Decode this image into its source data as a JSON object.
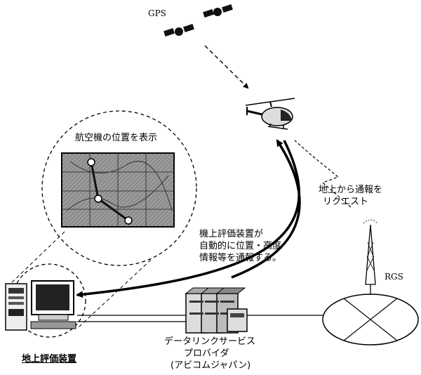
{
  "labels": {
    "gps": "GPS",
    "map_caption": "航空機の位置を表示",
    "request_line1": "地上から通報を",
    "request_line2": "リクエスト",
    "auto_line1": "機上評価装置が",
    "auto_line2": "自動的に位置・高度",
    "auto_line3": "情報等を通報する。",
    "rgs": "RGS",
    "provider_line1": "データリンクサービス",
    "provider_line2": "プロバイダ",
    "provider_line3": "(アビコムジャパン)",
    "ground_equipment": "地上評価装置"
  }
}
